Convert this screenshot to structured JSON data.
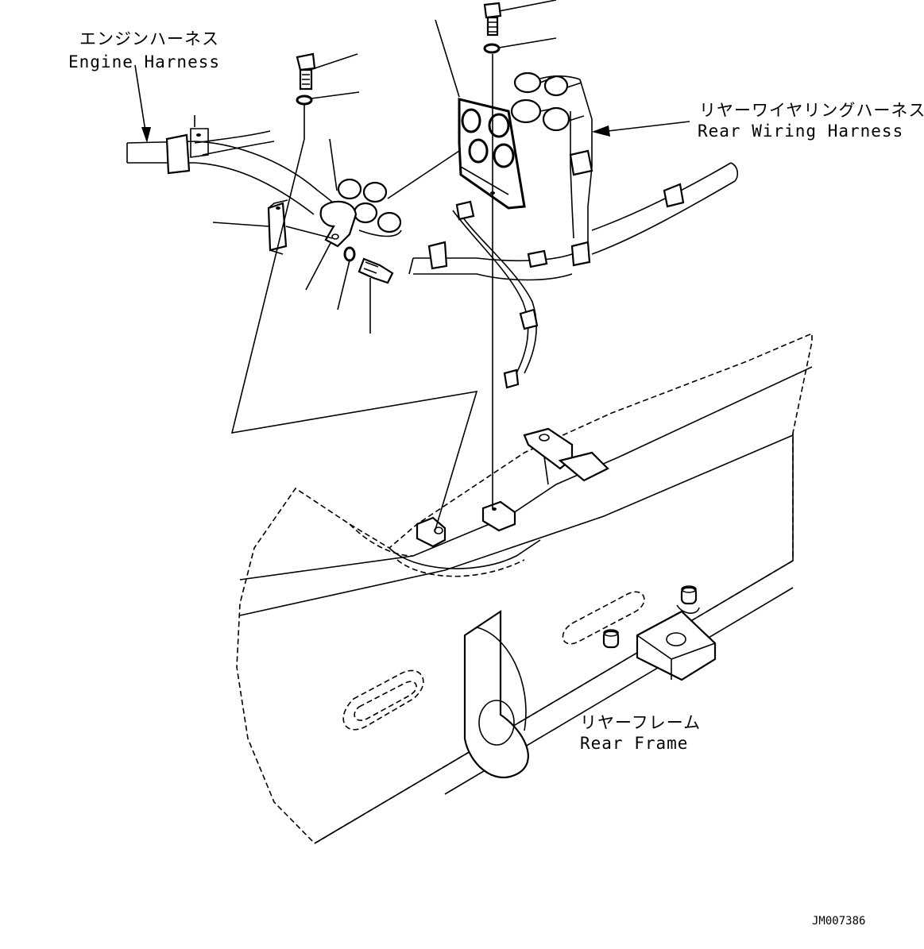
{
  "labels": {
    "engine_harness_jp": "エンジンハーネス",
    "engine_harness_en": "Engine Harness",
    "rear_wiring_harness_jp": "リヤーワイヤリングハーネス",
    "rear_wiring_harness_en": "Rear Wiring Harness",
    "rear_frame_jp": "リヤーフレーム",
    "rear_frame_en": "Rear Frame"
  },
  "drawing_code": "JM007386"
}
